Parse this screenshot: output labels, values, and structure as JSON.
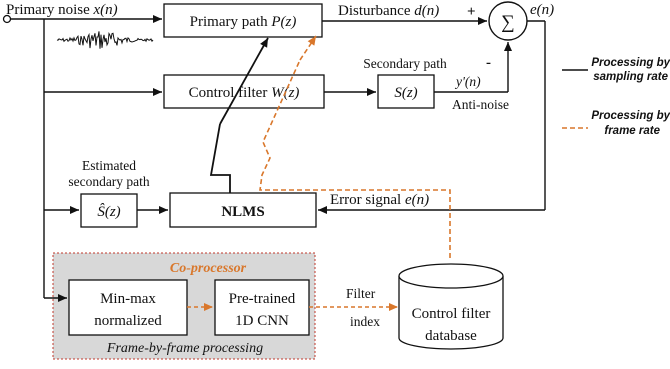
{
  "primary_noise": {
    "label": "Primary noise",
    "var": "x(n)"
  },
  "primary_path": {
    "label": "Primary path",
    "var": "P(z)"
  },
  "disturbance": {
    "label": "Disturbance",
    "var": "d(n)"
  },
  "summing_junction": {
    "symbol": "∑",
    "plus": "+",
    "minus": "-"
  },
  "error_out": {
    "var": "e(n)"
  },
  "control_filter": {
    "label": "Control filter",
    "var": "W(z)"
  },
  "secondary_path": {
    "title": "Secondary path",
    "var": "S(z)"
  },
  "anti_noise": {
    "var": "y'(n)",
    "label": "Anti-noise"
  },
  "estimated_secondary": {
    "title_line1": "Estimated",
    "title_line2": "secondary path",
    "var": "Ŝ(z)"
  },
  "nlms": {
    "label": "NLMS"
  },
  "error_signal": {
    "label": "Error signal",
    "var": "e(n)"
  },
  "coprocessor": {
    "title": "Co-processor",
    "caption": "Frame-by-frame processing"
  },
  "minmax": {
    "line1": "Min-max",
    "line2": "normalized"
  },
  "cnn": {
    "line1": "Pre-trained",
    "line2": "1D CNN"
  },
  "filter_index": {
    "line1": "Filter",
    "line2": "index"
  },
  "database": {
    "line1": "Control filter",
    "line2": "database"
  },
  "legend": {
    "sampling_line1": "Processing by",
    "sampling_line2": "sampling rate",
    "frame_line1": "Processing by",
    "frame_line2": "frame rate"
  },
  "colors": {
    "line": "#111111",
    "accent": "#d9772b",
    "coproc_fill": "#d8d8d8",
    "coproc_border": "#c0392b"
  }
}
